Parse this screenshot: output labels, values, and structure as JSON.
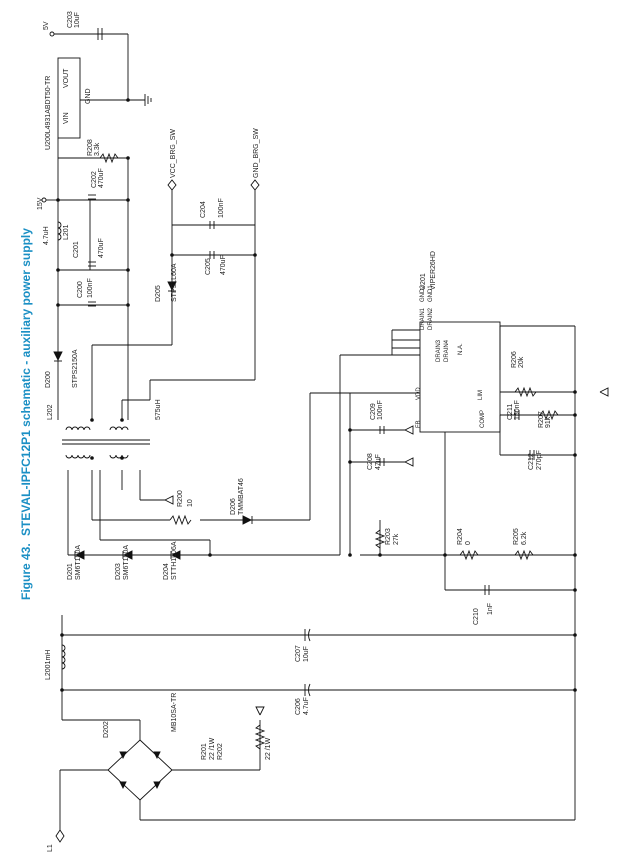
{
  "figure": {
    "number": "Figure 43.",
    "title": "STEVAL-IPFC12P1 schematic - auxiliary power supply"
  },
  "colors": {
    "caption": "#1a8fc4",
    "wire": "#111111"
  },
  "labels": [
    {
      "id": "v5",
      "text": "5V"
    },
    {
      "id": "c203",
      "text": "C203"
    },
    {
      "id": "c203v",
      "text": "10uF"
    },
    {
      "id": "reg_name",
      "text": "U200L4931ABDT50-TR"
    },
    {
      "id": "vout",
      "text": "VOUT"
    },
    {
      "id": "gnd",
      "text": "GND"
    },
    {
      "id": "vin",
      "text": "VIN"
    },
    {
      "id": "r208",
      "text": "R208"
    },
    {
      "id": "r208v",
      "text": "3.3k"
    },
    {
      "id": "c202",
      "text": "C202"
    },
    {
      "id": "c202v",
      "text": "470uF"
    },
    {
      "id": "v15",
      "text": "15V"
    },
    {
      "id": "l201v",
      "text": "4.7uH"
    },
    {
      "id": "l201",
      "text": "L201"
    },
    {
      "id": "c201",
      "text": "C201"
    },
    {
      "id": "c201v",
      "text": "470uF"
    },
    {
      "id": "c200",
      "text": "C200"
    },
    {
      "id": "c200v",
      "text": "100nF"
    },
    {
      "id": "d200",
      "text": "D200"
    },
    {
      "id": "d200v",
      "text": "STPS2150A"
    },
    {
      "id": "vcc_brg",
      "text": "VCC_BRG_SW"
    },
    {
      "id": "gnd_brg",
      "text": "GND_BRG_SW"
    },
    {
      "id": "c204",
      "text": "C204"
    },
    {
      "id": "c204v",
      "text": "100nF"
    },
    {
      "id": "c205",
      "text": "C205"
    },
    {
      "id": "c205v",
      "text": "470uF"
    },
    {
      "id": "d205",
      "text": "D205"
    },
    {
      "id": "d205v",
      "text": "STPS1L60A"
    },
    {
      "id": "u201",
      "text": "U201"
    },
    {
      "id": "u201v",
      "text": "VIPER26HD"
    },
    {
      "id": "l202",
      "text": "L202"
    },
    {
      "id": "l202v",
      "text": "575uH"
    },
    {
      "id": "r200",
      "text": "R200"
    },
    {
      "id": "r200v",
      "text": "10"
    },
    {
      "id": "d206",
      "text": "D206"
    },
    {
      "id": "d206v",
      "text": "TMMBAT46"
    },
    {
      "id": "r206",
      "text": "R206"
    },
    {
      "id": "r206v",
      "text": "20k"
    },
    {
      "id": "c209",
      "text": "C209"
    },
    {
      "id": "c209v",
      "text": "100nF"
    },
    {
      "id": "c211",
      "text": "C211"
    },
    {
      "id": "c211v",
      "text": "150nF"
    },
    {
      "id": "r207",
      "text": "R207"
    },
    {
      "id": "r207v",
      "text": "91k"
    },
    {
      "id": "c208",
      "text": "C208"
    },
    {
      "id": "c208v",
      "text": "47uF"
    },
    {
      "id": "c212",
      "text": "C212"
    },
    {
      "id": "c212v",
      "text": "270pF"
    },
    {
      "id": "d201",
      "text": "D201"
    },
    {
      "id": "d201v",
      "text": "SM6T150A"
    },
    {
      "id": "d203",
      "text": "D203"
    },
    {
      "id": "d203v",
      "text": "SM6T150A"
    },
    {
      "id": "d204",
      "text": "D204"
    },
    {
      "id": "d204v",
      "text": "STTH1L06A"
    },
    {
      "id": "r203",
      "text": "R203"
    },
    {
      "id": "r203v",
      "text": "27k"
    },
    {
      "id": "r204",
      "text": "R204"
    },
    {
      "id": "r204v",
      "text": "0"
    },
    {
      "id": "r205",
      "text": "R205"
    },
    {
      "id": "r205v",
      "text": "6.2k"
    },
    {
      "id": "c210",
      "text": "C210"
    },
    {
      "id": "c210v",
      "text": "1nF"
    },
    {
      "id": "l2001",
      "text": "L2001mH"
    },
    {
      "id": "c207",
      "text": "C207"
    },
    {
      "id": "c207v",
      "text": "10uF"
    },
    {
      "id": "c206",
      "text": "C206"
    },
    {
      "id": "c206v",
      "text": "4.7uF"
    },
    {
      "id": "d202",
      "text": "D202"
    },
    {
      "id": "d202v",
      "text": "MB10SA-TR"
    },
    {
      "id": "r201",
      "text": "R201"
    },
    {
      "id": "r201v",
      "text": "22 /1W"
    },
    {
      "id": "r202",
      "text": "R202"
    },
    {
      "id": "r202v",
      "text": "22 /1W"
    },
    {
      "id": "l1",
      "text": "L1"
    },
    {
      "id": "pin_drain1",
      "text": "DRAIN1"
    },
    {
      "id": "pin_drain2",
      "text": "DRAIN2"
    },
    {
      "id": "pin_drain3",
      "text": "DRAIN3"
    },
    {
      "id": "pin_drain4",
      "text": "DRAIN4"
    },
    {
      "id": "pin_gnd1",
      "text": "GND1"
    },
    {
      "id": "pin_gnd2",
      "text": "GND2"
    },
    {
      "id": "pin_na",
      "text": "N.A."
    },
    {
      "id": "pin_vdd",
      "text": "VDD"
    },
    {
      "id": "pin_lim",
      "text": "LIM"
    },
    {
      "id": "pin_comp",
      "text": "COMP"
    },
    {
      "id": "pin_fb",
      "text": "FB"
    }
  ]
}
